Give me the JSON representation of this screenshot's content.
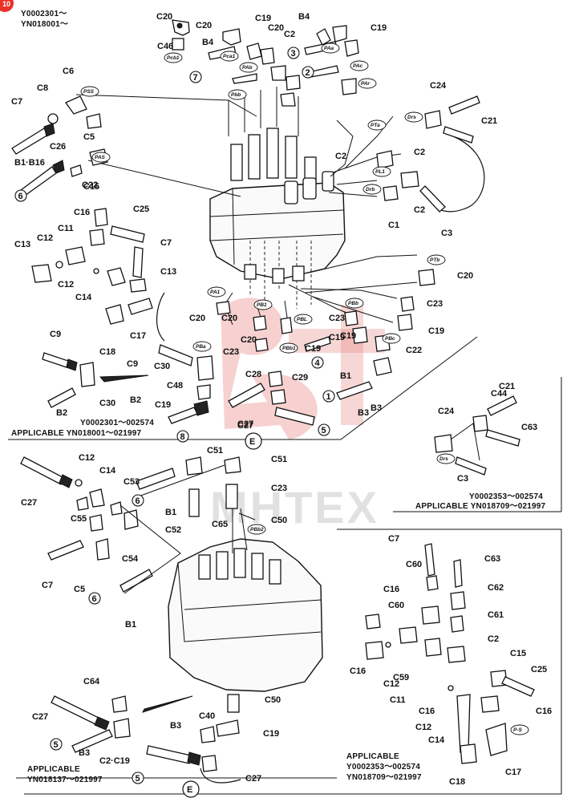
{
  "serial_top_left": [
    "Y0002301～",
    "YN018001～"
  ],
  "corner_badge": "10",
  "watermark": "MHTEX",
  "caption_main": [
    "Y0002301～002574",
    "APPLICABLE YN018001～021997"
  ],
  "caption_dra": [
    "Y0002353～002574",
    "APPLICABLE YN018709～021997"
  ],
  "caption_bottom_left": [
    "APPLICABLE",
    "YN018137～021997"
  ],
  "caption_bottom_right": [
    "APPLICABLE",
    "Y0002353～002574",
    "YN018709～021997"
  ],
  "section_marker": "E",
  "port_tags": [
    "Pcb1",
    "Pca1",
    "PAb",
    "Pbb",
    "PAa",
    "PAc",
    "PAr",
    "PTa",
    "Drs",
    "PL1",
    "Drb",
    "PAS",
    "PSS",
    "PTb",
    "PA1",
    "PB1",
    "PBb",
    "PBL",
    "PBb1",
    "PBa",
    "PBc",
    "PBb2",
    "P-S",
    "Drs"
  ],
  "labels": [
    "C20",
    "C46",
    "C20",
    "C19",
    "B4",
    "C20",
    "C2",
    "B4",
    "C19",
    "C6",
    "C8",
    "C7",
    "C5",
    "C26",
    "B1·B16",
    "C22",
    "C15",
    "C25",
    "C16",
    "C11",
    "C12",
    "C13",
    "C12",
    "C7",
    "C13",
    "C14",
    "C17",
    "C18",
    "C9",
    "C9",
    "C30",
    "C30",
    "B2",
    "C48",
    "B2",
    "C19",
    "C27",
    "C28",
    "C29",
    "C20",
    "C23",
    "C19",
    "C20",
    "C23",
    "C22",
    "C19",
    "C19",
    "C23",
    "C20",
    "C24",
    "C21",
    "C2",
    "C2",
    "C1",
    "C3",
    "C24",
    "C44",
    "C21",
    "C63",
    "C3",
    "C27",
    "C12",
    "C14",
    "C53",
    "C51",
    "C51",
    "C23",
    "C50",
    "C65",
    "C55",
    "C52",
    "B1",
    "C7",
    "C54",
    "C5",
    "B1",
    "C64",
    "C27",
    "B3",
    "C2·C19",
    "B3",
    "C40",
    "C50",
    "C19",
    "C27",
    "C7",
    "C60",
    "C63",
    "C16",
    "C62",
    "C60",
    "C61",
    "C2",
    "C16",
    "C12",
    "C59",
    "C11",
    "C16",
    "C15",
    "C25",
    "C16",
    "C12",
    "C14",
    "C17",
    "C18",
    "B1",
    "B3",
    "B3",
    "C20",
    "C19",
    "C2",
    "C27"
  ],
  "circled": [
    "7",
    "3",
    "2",
    "6",
    "4",
    "1",
    "5",
    "8",
    "6",
    "6",
    "5",
    "5"
  ]
}
